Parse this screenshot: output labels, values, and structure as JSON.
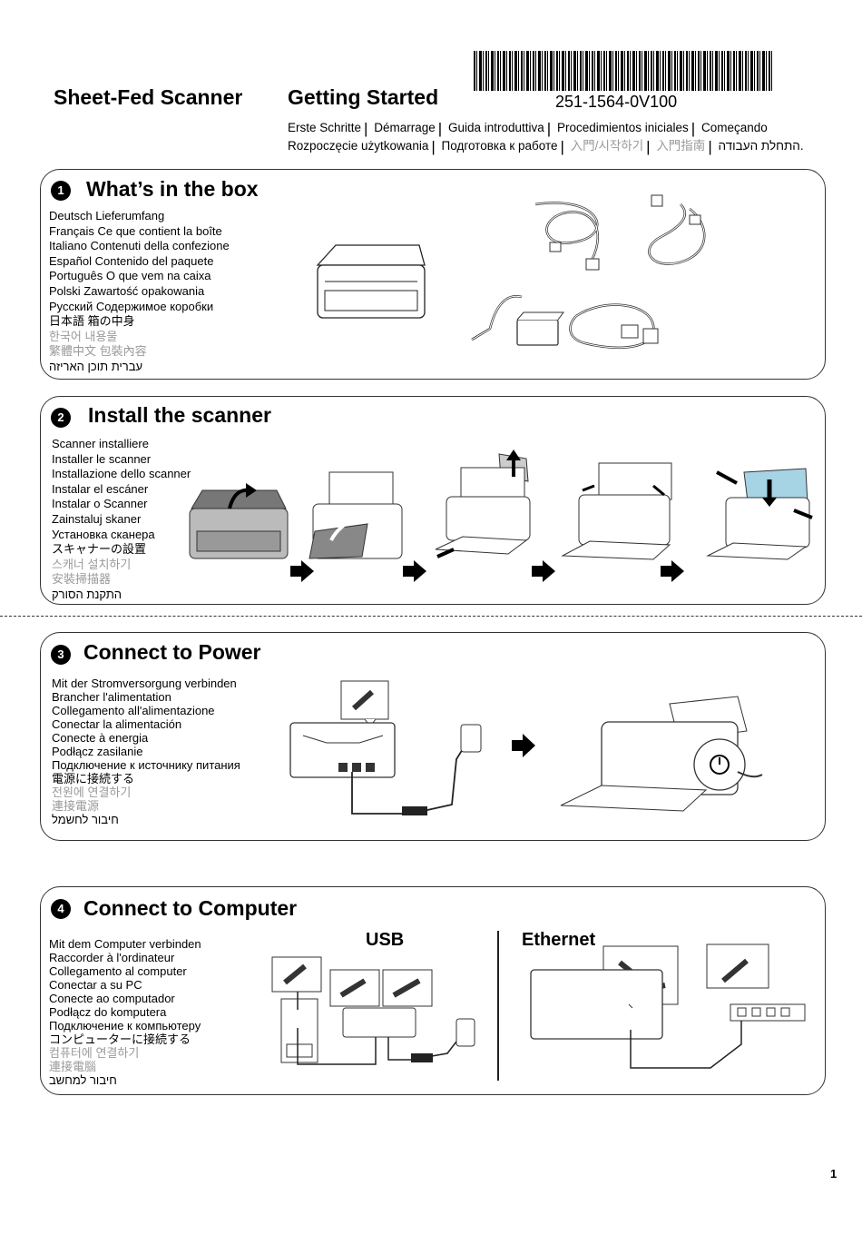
{
  "header": {
    "product": "Sheet-Fed Scanner",
    "title": "Getting Started",
    "part_number": "251-1564-0V100",
    "subtitles_line1": [
      "Erste Schritte",
      "Démarrage",
      "Guida introduttiva",
      "Procedimientos iniciales",
      "Começando"
    ],
    "subtitles_line2": [
      "Rozpoczęcie użytkowania",
      "Подготовка к работе",
      "入門/시작하기",
      "入門指南",
      "התחלת העבודה."
    ]
  },
  "sections": [
    {
      "number": "1",
      "title": "What’s in the box",
      "langs": [
        "Deutsch Lieferumfang",
        "Français Ce que contient la boîte",
        "Italiano Contenuti della confezione",
        "Español Contenido del paquete",
        "Português O que vem na caixa",
        "Polski Zawartość opakowania",
        "Русский Содержимое коробки",
        "日本語  箱の中身",
        "한국어  내용물",
        "繁體中文  包裝內容",
        "עברית תוכן האריזה"
      ]
    },
    {
      "number": "2",
      "title": "Install the scanner",
      "langs": [
        "Scanner installiere",
        "Installer le scanner",
        "Installazione dello scanner",
        "Instalar el escáner",
        "Instalar o Scanner",
        "Zainstaluj skaner",
        "Установка сканера",
        "スキャナーの設置",
        "스캐너  설치하기",
        "安裝掃描器",
        "התקנת הסורק"
      ]
    },
    {
      "number": "3",
      "title": "Connect to Power",
      "langs": [
        "Mit der Stromversorgung verbinden",
        "Brancher l'alimentation",
        "Collegamento all'alimentazione",
        "Conectar la alimentación",
        "Conecte à energia",
        "Podłącz zasilanie",
        "Подключение к источнику питания",
        "電源に接続する",
        "전원에  연결하기",
        "連接電源",
        "חיבור לחשמל"
      ]
    },
    {
      "number": "4",
      "title": "Connect to Computer",
      "langs": [
        "Mit dem Computer verbinden",
        "Raccorder à l'ordinateur",
        "Collegamento al computer",
        "Conectar a su PC",
        "Conecte ao computador",
        "Podłącz do komputera",
        "Подключение к компьютеру",
        "コンピューターに接続する",
        "컴퓨터에  연결하기",
        "連接電腦",
        "חיבור למחשב"
      ],
      "usb_label": "USB",
      "ethernet_label": "Ethernet"
    }
  ],
  "page_number": "1"
}
